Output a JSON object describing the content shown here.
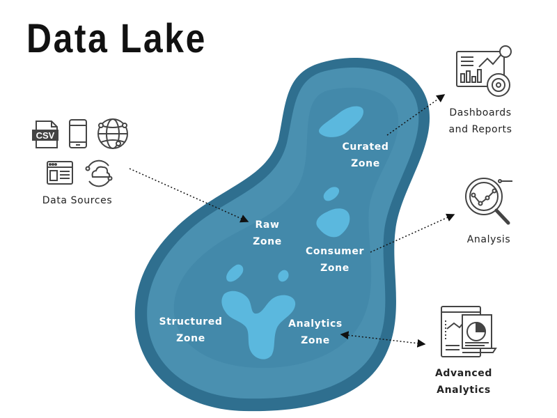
{
  "title": "Data Lake",
  "zones": {
    "raw": {
      "line1": "Raw",
      "line2": "Zone"
    },
    "curated": {
      "line1": "Curated",
      "line2": "Zone"
    },
    "consumer": {
      "line1": "Consumer",
      "line2": "Zone"
    },
    "structured": {
      "line1": "Structured",
      "line2": "Zone"
    },
    "analytics": {
      "line1": "Analytics",
      "line2": "Zone"
    }
  },
  "sources": {
    "label": "Data Sources",
    "csv_badge": "CSV"
  },
  "outputs": {
    "dashboards": {
      "line1": "Dashboards",
      "line2": "and Reports"
    },
    "analysis": {
      "label": "Analysis"
    },
    "advanced": {
      "line1": "Advanced",
      "line2": "Analytics"
    }
  },
  "colors": {
    "lake_outer": "#2f6f8f",
    "lake_inner": "#4a90b0",
    "lake_highlight": "#5bb8de",
    "icon_stroke": "#444444"
  },
  "icons": [
    "csv-file-icon",
    "smartphone-icon",
    "globe-network-icon",
    "browser-window-icon",
    "cloud-sync-icon",
    "dashboard-report-icon",
    "magnifier-chart-icon",
    "advanced-analytics-icon"
  ]
}
